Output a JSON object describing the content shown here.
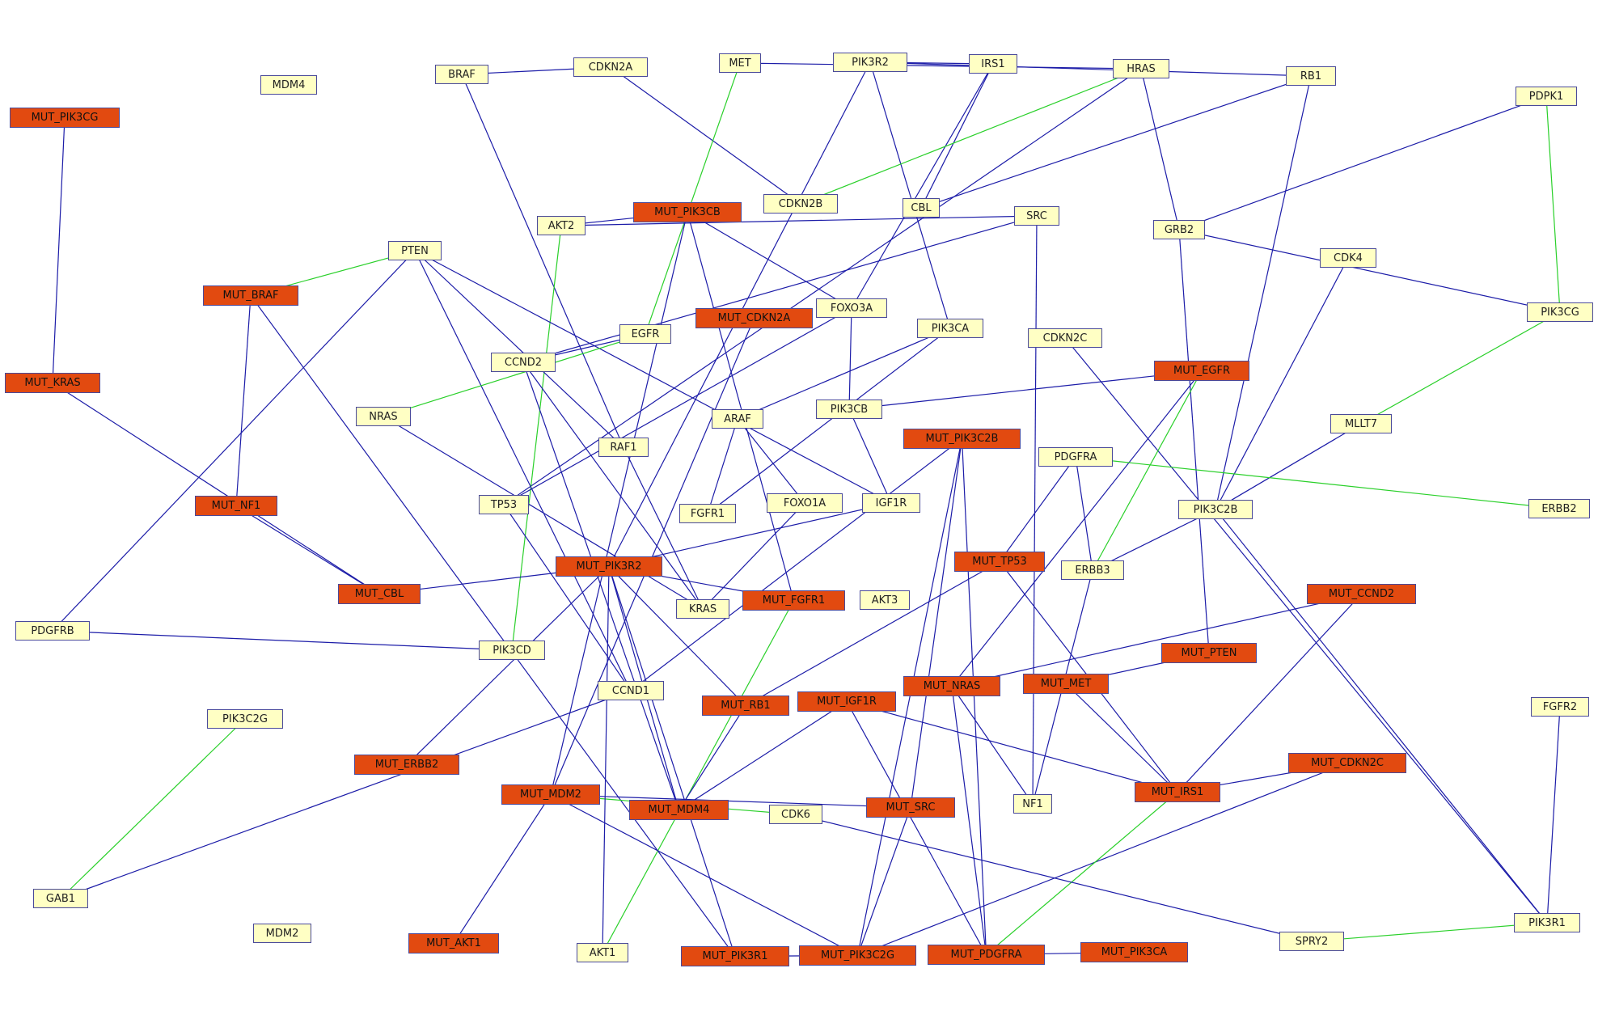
{
  "colors": {
    "gene": "#ffffc4",
    "mut": "#e24a10",
    "edge_blue": "#1c1ca8",
    "edge_green": "#2ad02a"
  },
  "nodes": [
    {
      "id": "MDM4",
      "label": "MDM4",
      "type": "gene"
    },
    {
      "id": "MUT_PIK3CG",
      "label": "MUT_PIK3CG",
      "type": "mut"
    },
    {
      "id": "BRAF",
      "label": "BRAF",
      "type": "gene"
    },
    {
      "id": "CDKN2A",
      "label": "CDKN2A",
      "type": "gene"
    },
    {
      "id": "MET",
      "label": "MET",
      "type": "gene"
    },
    {
      "id": "PIK3R2",
      "label": "PIK3R2",
      "type": "gene"
    },
    {
      "id": "IRS1",
      "label": "IRS1",
      "type": "gene"
    },
    {
      "id": "HRAS",
      "label": "HRAS",
      "type": "gene"
    },
    {
      "id": "RB1",
      "label": "RB1",
      "type": "gene"
    },
    {
      "id": "PDPK1",
      "label": "PDPK1",
      "type": "gene"
    },
    {
      "id": "CDKN2B",
      "label": "CDKN2B",
      "type": "gene"
    },
    {
      "id": "CBL",
      "label": "CBL",
      "type": "gene"
    },
    {
      "id": "MUT_PIK3CB",
      "label": "MUT_PIK3CB",
      "type": "mut"
    },
    {
      "id": "AKT2",
      "label": "AKT2",
      "type": "gene"
    },
    {
      "id": "SRC",
      "label": "SRC",
      "type": "gene"
    },
    {
      "id": "GRB2",
      "label": "GRB2",
      "type": "gene"
    },
    {
      "id": "PTEN",
      "label": "PTEN",
      "type": "gene"
    },
    {
      "id": "CDK4",
      "label": "CDK4",
      "type": "gene"
    },
    {
      "id": "MUT_BRAF",
      "label": "MUT_BRAF",
      "type": "mut"
    },
    {
      "id": "FOXO3A",
      "label": "FOXO3A",
      "type": "gene"
    },
    {
      "id": "PIK3CG",
      "label": "PIK3CG",
      "type": "gene"
    },
    {
      "id": "MUT_CDKN2A",
      "label": "MUT_CDKN2A",
      "type": "mut"
    },
    {
      "id": "PIK3CA",
      "label": "PIK3CA",
      "type": "gene"
    },
    {
      "id": "EGFR",
      "label": "EGFR",
      "type": "gene"
    },
    {
      "id": "CDKN2C",
      "label": "CDKN2C",
      "type": "gene"
    },
    {
      "id": "CCND2",
      "label": "CCND2",
      "type": "gene"
    },
    {
      "id": "MUT_EGFR",
      "label": "MUT_EGFR",
      "type": "mut"
    },
    {
      "id": "MUT_KRAS",
      "label": "MUT_KRAS",
      "type": "mut"
    },
    {
      "id": "NRAS",
      "label": "NRAS",
      "type": "gene"
    },
    {
      "id": "ARAF",
      "label": "ARAF",
      "type": "gene"
    },
    {
      "id": "PIK3CB",
      "label": "PIK3CB",
      "type": "gene"
    },
    {
      "id": "MLLT7",
      "label": "MLLT7",
      "type": "gene"
    },
    {
      "id": "MUT_PIK3C2B",
      "label": "MUT_PIK3C2B",
      "type": "mut"
    },
    {
      "id": "RAF1",
      "label": "RAF1",
      "type": "gene"
    },
    {
      "id": "PDGFRA",
      "label": "PDGFRA",
      "type": "gene"
    },
    {
      "id": "TP53",
      "label": "TP53",
      "type": "gene"
    },
    {
      "id": "MUT_NF1",
      "label": "MUT_NF1",
      "type": "mut"
    },
    {
      "id": "FGFR1",
      "label": "FGFR1",
      "type": "gene"
    },
    {
      "id": "FOXO1A",
      "label": "FOXO1A",
      "type": "gene"
    },
    {
      "id": "IGF1R",
      "label": "IGF1R",
      "type": "gene"
    },
    {
      "id": "PIK3C2B",
      "label": "PIK3C2B",
      "type": "gene"
    },
    {
      "id": "ERBB2",
      "label": "ERBB2",
      "type": "gene"
    },
    {
      "id": "MUT_PIK3R2",
      "label": "MUT_PIK3R2",
      "type": "mut"
    },
    {
      "id": "MUT_TP53",
      "label": "MUT_TP53",
      "type": "mut"
    },
    {
      "id": "ERBB3",
      "label": "ERBB3",
      "type": "gene"
    },
    {
      "id": "MUT_CBL",
      "label": "MUT_CBL",
      "type": "mut"
    },
    {
      "id": "KRAS",
      "label": "KRAS",
      "type": "gene"
    },
    {
      "id": "MUT_FGFR1",
      "label": "MUT_FGFR1",
      "type": "mut"
    },
    {
      "id": "AKT3",
      "label": "AKT3",
      "type": "gene"
    },
    {
      "id": "MUT_CCND2",
      "label": "MUT_CCND2",
      "type": "mut"
    },
    {
      "id": "PDGFRB",
      "label": "PDGFRB",
      "type": "gene"
    },
    {
      "id": "PIK3CD",
      "label": "PIK3CD",
      "type": "gene"
    },
    {
      "id": "MUT_PTEN",
      "label": "MUT_PTEN",
      "type": "mut"
    },
    {
      "id": "MUT_NRAS",
      "label": "MUT_NRAS",
      "type": "mut"
    },
    {
      "id": "MUT_MET",
      "label": "MUT_MET",
      "type": "mut"
    },
    {
      "id": "CCND1",
      "label": "CCND1",
      "type": "gene"
    },
    {
      "id": "MUT_RB1",
      "label": "MUT_RB1",
      "type": "mut"
    },
    {
      "id": "MUT_IGF1R",
      "label": "MUT_IGF1R",
      "type": "mut"
    },
    {
      "id": "PIK3C2G",
      "label": "PIK3C2G",
      "type": "gene"
    },
    {
      "id": "FGFR2",
      "label": "FGFR2",
      "type": "gene"
    },
    {
      "id": "MUT_ERBB2",
      "label": "MUT_ERBB2",
      "type": "mut"
    },
    {
      "id": "MUT_CDKN2C",
      "label": "MUT_CDKN2C",
      "type": "mut"
    },
    {
      "id": "MUT_MDM2",
      "label": "MUT_MDM2",
      "type": "mut"
    },
    {
      "id": "MUT_IRS1",
      "label": "MUT_IRS1",
      "type": "mut"
    },
    {
      "id": "MUT_MDM4",
      "label": "MUT_MDM4",
      "type": "mut"
    },
    {
      "id": "CDK6",
      "label": "CDK6",
      "type": "gene"
    },
    {
      "id": "MUT_SRC",
      "label": "MUT_SRC",
      "type": "mut"
    },
    {
      "id": "NF1",
      "label": "NF1",
      "type": "gene"
    },
    {
      "id": "GAB1",
      "label": "GAB1",
      "type": "gene"
    },
    {
      "id": "PIK3R1",
      "label": "PIK3R1",
      "type": "gene"
    },
    {
      "id": "MDM2",
      "label": "MDM2",
      "type": "gene"
    },
    {
      "id": "MUT_AKT1",
      "label": "MUT_AKT1",
      "type": "mut"
    },
    {
      "id": "AKT1",
      "label": "AKT1",
      "type": "gene"
    },
    {
      "id": "SPRY2",
      "label": "SPRY2",
      "type": "gene"
    },
    {
      "id": "MUT_PIK3R1",
      "label": "MUT_PIK3R1",
      "type": "mut"
    },
    {
      "id": "MUT_PIK3C2G",
      "label": "MUT_PIK3C2G",
      "type": "mut"
    },
    {
      "id": "MUT_PDGFRA",
      "label": "MUT_PDGFRA",
      "type": "mut"
    },
    {
      "id": "MUT_PIK3CA",
      "label": "MUT_PIK3CA",
      "type": "mut"
    }
  ],
  "edges": [
    {
      "from": "MUT_PIK3CG",
      "to": "MUT_KRAS",
      "color": "blue"
    },
    {
      "from": "BRAF",
      "to": "CDKN2A",
      "color": "blue"
    },
    {
      "from": "BRAF",
      "to": "RAF1",
      "color": "blue"
    },
    {
      "from": "CDKN2A",
      "to": "CDKN2B",
      "color": "blue"
    },
    {
      "from": "MET",
      "to": "HRAS",
      "color": "blue"
    },
    {
      "from": "MET",
      "to": "EGFR",
      "color": "green"
    },
    {
      "from": "PIK3R2",
      "to": "IRS1",
      "color": "blue"
    },
    {
      "from": "PIK3R2",
      "to": "PIK3CA",
      "color": "blue"
    },
    {
      "from": "PIK3R2",
      "to": "MUT_PIK3R2",
      "color": "blue"
    },
    {
      "from": "PIK3R2",
      "to": "RB1",
      "color": "blue"
    },
    {
      "from": "IRS1",
      "to": "CBL",
      "color": "blue"
    },
    {
      "from": "IRS1",
      "to": "FOXO3A",
      "color": "blue"
    },
    {
      "from": "HRAS",
      "to": "GRB2",
      "color": "blue"
    },
    {
      "from": "HRAS",
      "to": "CDKN2B",
      "color": "green"
    },
    {
      "from": "HRAS",
      "to": "TP53",
      "color": "blue"
    },
    {
      "from": "RB1",
      "to": "CBL",
      "color": "blue"
    },
    {
      "from": "RB1",
      "to": "PIK3C2B",
      "color": "blue"
    },
    {
      "from": "PDPK1",
      "to": "GRB2",
      "color": "blue"
    },
    {
      "from": "PDPK1",
      "to": "PIK3CG",
      "color": "green"
    },
    {
      "from": "MUT_PIK3CB",
      "to": "AKT2",
      "color": "blue"
    },
    {
      "from": "MUT_PIK3CB",
      "to": "FOXO3A",
      "color": "blue"
    },
    {
      "from": "MUT_PIK3CB",
      "to": "MUT_FGFR1",
      "color": "blue"
    },
    {
      "from": "MUT_PIK3CB",
      "to": "MUT_MDM2",
      "color": "blue"
    },
    {
      "from": "AKT2",
      "to": "SRC",
      "color": "blue"
    },
    {
      "from": "AKT2",
      "to": "PIK3CD",
      "color": "green"
    },
    {
      "from": "SRC",
      "to": "CCND2",
      "color": "blue"
    },
    {
      "from": "SRC",
      "to": "NF1",
      "color": "blue"
    },
    {
      "from": "GRB2",
      "to": "PIK3CG",
      "color": "blue"
    },
    {
      "from": "GRB2",
      "to": "MUT_PTEN",
      "color": "blue"
    },
    {
      "from": "PTEN",
      "to": "MUT_BRAF",
      "color": "green"
    },
    {
      "from": "PTEN",
      "to": "PDGFRB",
      "color": "blue"
    },
    {
      "from": "PTEN",
      "to": "RAF1",
      "color": "blue"
    },
    {
      "from": "PTEN",
      "to": "IGF1R",
      "color": "blue"
    },
    {
      "from": "PTEN",
      "to": "CCND1",
      "color": "blue"
    },
    {
      "from": "CDK4",
      "to": "PIK3C2B",
      "color": "blue"
    },
    {
      "from": "MUT_BRAF",
      "to": "MUT_NF1",
      "color": "blue"
    },
    {
      "from": "MUT_BRAF",
      "to": "MUT_PIK3R1",
      "color": "blue"
    },
    {
      "from": "FOXO3A",
      "to": "PIK3CB",
      "color": "blue"
    },
    {
      "from": "FOXO3A",
      "to": "TP53",
      "color": "blue"
    },
    {
      "from": "PIK3CG",
      "to": "MLLT7",
      "color": "green"
    },
    {
      "from": "MUT_CDKN2A",
      "to": "MUT_MDM2",
      "color": "blue"
    },
    {
      "from": "PIK3CA",
      "to": "ARAF",
      "color": "blue"
    },
    {
      "from": "PIK3CA",
      "to": "FGFR1",
      "color": "blue"
    },
    {
      "from": "EGFR",
      "to": "NRAS",
      "color": "green"
    },
    {
      "from": "EGFR",
      "to": "CCND2",
      "color": "blue"
    },
    {
      "from": "CDKN2C",
      "to": "PIK3R1",
      "color": "blue"
    },
    {
      "from": "CCND2",
      "to": "KRAS",
      "color": "blue"
    },
    {
      "from": "CCND2",
      "to": "MUT_MDM4",
      "color": "blue"
    },
    {
      "from": "MUT_EGFR",
      "to": "PIK3CB",
      "color": "blue"
    },
    {
      "from": "MUT_EGFR",
      "to": "ERBB3",
      "color": "green"
    },
    {
      "from": "MUT_EGFR",
      "to": "MUT_NRAS",
      "color": "blue"
    },
    {
      "from": "MUT_KRAS",
      "to": "MUT_CBL",
      "color": "blue"
    },
    {
      "from": "NRAS",
      "to": "KRAS",
      "color": "blue"
    },
    {
      "from": "ARAF",
      "to": "FGFR1",
      "color": "blue"
    },
    {
      "from": "ARAF",
      "to": "FOXO1A",
      "color": "blue"
    },
    {
      "from": "PIK3CB",
      "to": "IGF1R",
      "color": "blue"
    },
    {
      "from": "MLLT7",
      "to": "PIK3C2B",
      "color": "blue"
    },
    {
      "from": "MUT_PIK3C2B",
      "to": "MUT_SRC",
      "color": "blue"
    },
    {
      "from": "MUT_PIK3C2B",
      "to": "MUT_PIK3C2G",
      "color": "blue"
    },
    {
      "from": "MUT_PIK3C2B",
      "to": "CCND1",
      "color": "blue"
    },
    {
      "from": "RAF1",
      "to": "KRAS",
      "color": "blue"
    },
    {
      "from": "PDGFRA",
      "to": "ERBB2",
      "color": "green"
    },
    {
      "from": "PDGFRA",
      "to": "ERBB3",
      "color": "blue"
    },
    {
      "from": "PDGFRA",
      "to": "MUT_TP53",
      "color": "blue"
    },
    {
      "from": "TP53",
      "to": "CCND1",
      "color": "blue"
    },
    {
      "from": "MUT_NF1",
      "to": "MUT_CBL",
      "color": "blue"
    },
    {
      "from": "FOXO1A",
      "to": "KRAS",
      "color": "blue"
    },
    {
      "from": "IGF1R",
      "to": "MUT_PIK3R2",
      "color": "blue"
    },
    {
      "from": "PIK3C2B",
      "to": "ERBB3",
      "color": "blue"
    },
    {
      "from": "PIK3C2B",
      "to": "PIK3R1",
      "color": "blue"
    },
    {
      "from": "MUT_PIK3R2",
      "to": "MUT_CBL",
      "color": "blue"
    },
    {
      "from": "MUT_PIK3R2",
      "to": "MUT_FGFR1",
      "color": "blue"
    },
    {
      "from": "MUT_PIK3R2",
      "to": "MUT_ERBB2",
      "color": "blue"
    },
    {
      "from": "MUT_PIK3R2",
      "to": "MUT_RB1",
      "color": "blue"
    },
    {
      "from": "MUT_PIK3R2",
      "to": "MUT_MDM4",
      "color": "blue"
    },
    {
      "from": "MUT_PIK3R2",
      "to": "MUT_PIK3R1",
      "color": "blue"
    },
    {
      "from": "MUT_TP53",
      "to": "MUT_RB1",
      "color": "blue"
    },
    {
      "from": "MUT_TP53",
      "to": "MUT_IRS1",
      "color": "blue"
    },
    {
      "from": "ERBB3",
      "to": "NF1",
      "color": "blue"
    },
    {
      "from": "MUT_FGFR1",
      "to": "AKT1",
      "color": "green"
    },
    {
      "from": "MUT_CCND2",
      "to": "MUT_NRAS",
      "color": "blue"
    },
    {
      "from": "MUT_CCND2",
      "to": "MUT_IRS1",
      "color": "blue"
    },
    {
      "from": "PDGFRB",
      "to": "PIK3CD",
      "color": "blue"
    },
    {
      "from": "MUT_PTEN",
      "to": "MUT_MET",
      "color": "blue"
    },
    {
      "from": "MUT_NRAS",
      "to": "MUT_PDGFRA",
      "color": "blue"
    },
    {
      "from": "MUT_MET",
      "to": "MUT_IRS1",
      "color": "blue"
    },
    {
      "from": "CCND1",
      "to": "GAB1",
      "color": "blue"
    },
    {
      "from": "MUT_RB1",
      "to": "MUT_MDM4",
      "color": "blue"
    },
    {
      "from": "MUT_IGF1R",
      "to": "MUT_IRS1",
      "color": "blue"
    },
    {
      "from": "MUT_IGF1R",
      "to": "MUT_PDGFRA",
      "color": "blue"
    },
    {
      "from": "PIK3C2G",
      "to": "GAB1",
      "color": "green"
    },
    {
      "from": "FGFR2",
      "to": "PIK3R1",
      "color": "blue"
    },
    {
      "from": "MUT_CDKN2C",
      "to": "MUT_IRS1",
      "color": "blue"
    },
    {
      "from": "MUT_CDKN2C",
      "to": "MUT_PIK3C2G",
      "color": "blue"
    },
    {
      "from": "MUT_MDM2",
      "to": "CDK6",
      "color": "green"
    },
    {
      "from": "MUT_MDM2",
      "to": "MUT_SRC",
      "color": "blue"
    },
    {
      "from": "MUT_MDM2",
      "to": "MUT_AKT1",
      "color": "blue"
    },
    {
      "from": "MUT_MDM2",
      "to": "MUT_PIK3C2G",
      "color": "blue"
    },
    {
      "from": "MUT_IRS1",
      "to": "MUT_PDGFRA",
      "color": "green"
    },
    {
      "from": "MUT_MDM4",
      "to": "MUT_IGF1R",
      "color": "blue"
    },
    {
      "from": "CDK6",
      "to": "SPRY2",
      "color": "blue"
    },
    {
      "from": "MUT_SRC",
      "to": "MUT_PIK3C2G",
      "color": "blue"
    },
    {
      "from": "NF1",
      "to": "MUT_NRAS",
      "color": "blue"
    },
    {
      "from": "PIK3R1",
      "to": "SPRY2",
      "color": "green"
    },
    {
      "from": "AKT1",
      "to": "MUT_PIK3R2",
      "color": "blue"
    },
    {
      "from": "MUT_PIK3R1",
      "to": "MUT_PIK3C2G",
      "color": "blue"
    },
    {
      "from": "MUT_PDGFRA",
      "to": "MUT_PIK3CA",
      "color": "blue"
    },
    {
      "from": "MUT_PDGFRA",
      "to": "MUT_PIK3C2B",
      "color": "blue"
    }
  ]
}
